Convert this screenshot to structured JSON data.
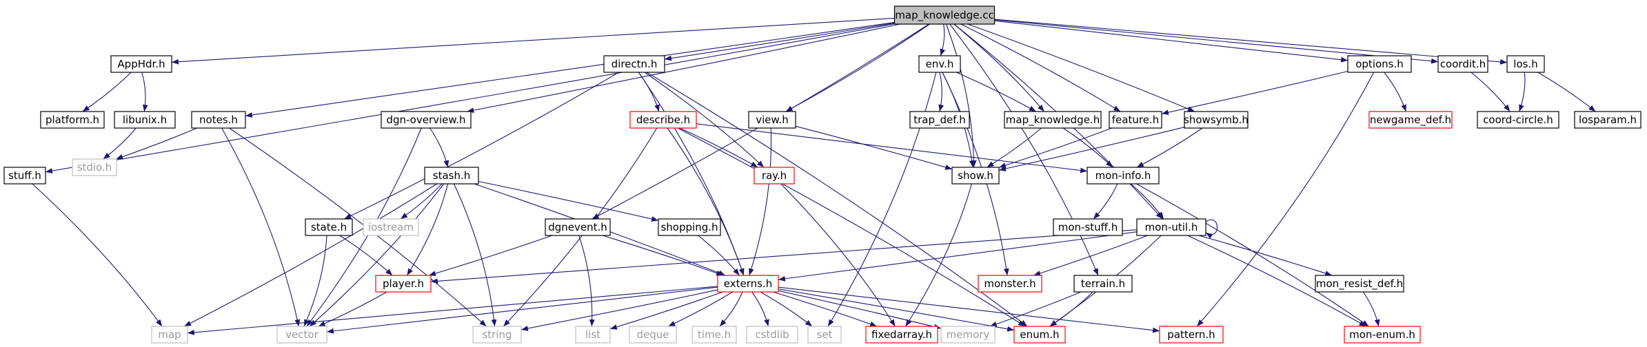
{
  "colors": {
    "edge": "#191970",
    "text_normal": "#000000",
    "text_system": "#9a9a9a",
    "border_normal": "#000000",
    "border_system": "#bfbfbf",
    "border_truncated": "#ff0000",
    "root_fill": "#bfbfbf"
  },
  "nodes": [
    {
      "id": "root",
      "label": "map_knowledge.cc",
      "kind": "root"
    },
    {
      "id": "apphdr",
      "label": "AppHdr.h",
      "kind": "normal"
    },
    {
      "id": "stuff",
      "label": "stuff.h",
      "kind": "normal"
    },
    {
      "id": "platform",
      "label": "platform.h",
      "kind": "normal"
    },
    {
      "id": "libunix",
      "label": "libunix.h",
      "kind": "normal"
    },
    {
      "id": "notes",
      "label": "notes.h",
      "kind": "normal"
    },
    {
      "id": "stdio",
      "label": "stdio.h",
      "kind": "system"
    },
    {
      "id": "dgnoverview",
      "label": "dgn-overview.h",
      "kind": "normal"
    },
    {
      "id": "stash",
      "label": "stash.h",
      "kind": "normal"
    },
    {
      "id": "directn",
      "label": "directn.h",
      "kind": "normal"
    },
    {
      "id": "describe",
      "label": "describe.h",
      "kind": "truncated"
    },
    {
      "id": "ray",
      "label": "ray.h",
      "kind": "truncated"
    },
    {
      "id": "iostream",
      "label": "iostream",
      "kind": "system"
    },
    {
      "id": "state",
      "label": "state.h",
      "kind": "normal"
    },
    {
      "id": "player",
      "label": "player.h",
      "kind": "truncated"
    },
    {
      "id": "dgnevent",
      "label": "dgnevent.h",
      "kind": "normal"
    },
    {
      "id": "shopping",
      "label": "shopping.h",
      "kind": "normal"
    },
    {
      "id": "externs",
      "label": "externs.h",
      "kind": "truncated"
    },
    {
      "id": "view",
      "label": "view.h",
      "kind": "normal"
    },
    {
      "id": "env",
      "label": "env.h",
      "kind": "normal"
    },
    {
      "id": "trapdef",
      "label": "trap_def.h",
      "kind": "normal"
    },
    {
      "id": "mapknowledge",
      "label": "map_knowledge.h",
      "kind": "normal"
    },
    {
      "id": "feature",
      "label": "feature.h",
      "kind": "normal"
    },
    {
      "id": "showsymb",
      "label": "showsymb.h",
      "kind": "normal"
    },
    {
      "id": "show",
      "label": "show.h",
      "kind": "normal"
    },
    {
      "id": "moninfo",
      "label": "mon-info.h",
      "kind": "normal"
    },
    {
      "id": "monstuff",
      "label": "mon-stuff.h",
      "kind": "normal"
    },
    {
      "id": "monutil",
      "label": "mon-util.h",
      "kind": "normal"
    },
    {
      "id": "monster",
      "label": "monster.h",
      "kind": "truncated"
    },
    {
      "id": "terrain",
      "label": "terrain.h",
      "kind": "normal"
    },
    {
      "id": "monresist",
      "label": "mon_resist_def.h",
      "kind": "normal"
    },
    {
      "id": "monenum",
      "label": "mon-enum.h",
      "kind": "truncated"
    },
    {
      "id": "options",
      "label": "options.h",
      "kind": "normal"
    },
    {
      "id": "newgamedef",
      "label": "newgame_def.h",
      "kind": "truncated"
    },
    {
      "id": "coordit",
      "label": "coordit.h",
      "kind": "normal"
    },
    {
      "id": "coordcircle",
      "label": "coord-circle.h",
      "kind": "normal"
    },
    {
      "id": "los",
      "label": "los.h",
      "kind": "normal"
    },
    {
      "id": "losparam",
      "label": "losparam.h",
      "kind": "normal"
    },
    {
      "id": "pattern",
      "label": "pattern.h",
      "kind": "truncated"
    },
    {
      "id": "map",
      "label": "map",
      "kind": "system"
    },
    {
      "id": "vector",
      "label": "vector",
      "kind": "system"
    },
    {
      "id": "string",
      "label": "string",
      "kind": "system"
    },
    {
      "id": "list",
      "label": "list",
      "kind": "system"
    },
    {
      "id": "deque",
      "label": "deque",
      "kind": "system"
    },
    {
      "id": "time",
      "label": "time.h",
      "kind": "system"
    },
    {
      "id": "cstdlib",
      "label": "cstdlib",
      "kind": "system"
    },
    {
      "id": "set",
      "label": "set",
      "kind": "system"
    },
    {
      "id": "fixedarray",
      "label": "fixedarray.h",
      "kind": "truncated"
    },
    {
      "id": "memory",
      "label": "memory",
      "kind": "system"
    },
    {
      "id": "enum",
      "label": "enum.h",
      "kind": "truncated"
    }
  ],
  "edges": [
    [
      "root",
      "apphdr"
    ],
    [
      "root",
      "stuff"
    ],
    [
      "root",
      "notes"
    ],
    [
      "root",
      "dgnoverview"
    ],
    [
      "root",
      "directn"
    ],
    [
      "root",
      "dgnevent"
    ],
    [
      "root",
      "view"
    ],
    [
      "root",
      "env"
    ],
    [
      "root",
      "mapknowledge"
    ],
    [
      "root",
      "feature"
    ],
    [
      "root",
      "showsymb"
    ],
    [
      "root",
      "show"
    ],
    [
      "root",
      "monutil"
    ],
    [
      "root",
      "terrain"
    ],
    [
      "root",
      "options"
    ],
    [
      "root",
      "coordit"
    ],
    [
      "root",
      "los"
    ],
    [
      "apphdr",
      "platform"
    ],
    [
      "apphdr",
      "libunix"
    ],
    [
      "libunix",
      "stdio"
    ],
    [
      "notes",
      "stdio"
    ],
    [
      "notes",
      "vector"
    ],
    [
      "notes",
      "string"
    ],
    [
      "stuff",
      "map"
    ],
    [
      "dgnoverview",
      "stash"
    ],
    [
      "dgnoverview",
      "vector"
    ],
    [
      "stash",
      "iostream"
    ],
    [
      "stash",
      "shopping"
    ],
    [
      "stash",
      "externs"
    ],
    [
      "stash",
      "player"
    ],
    [
      "stash",
      "map"
    ],
    [
      "stash",
      "vector"
    ],
    [
      "stash",
      "string"
    ],
    [
      "directn",
      "describe"
    ],
    [
      "directn",
      "ray"
    ],
    [
      "directn",
      "state"
    ],
    [
      "directn",
      "externs"
    ],
    [
      "directn",
      "enum"
    ],
    [
      "describe",
      "ray"
    ],
    [
      "describe",
      "externs"
    ],
    [
      "describe",
      "string"
    ],
    [
      "describe",
      "enum"
    ],
    [
      "describe",
      "moninfo"
    ],
    [
      "ray",
      "fixedarray"
    ],
    [
      "state",
      "player"
    ],
    [
      "state",
      "vector"
    ],
    [
      "player",
      "vector"
    ],
    [
      "dgnevent",
      "player"
    ],
    [
      "dgnevent",
      "externs"
    ],
    [
      "dgnevent",
      "list"
    ],
    [
      "shopping",
      "externs"
    ],
    [
      "view",
      "show"
    ],
    [
      "view",
      "externs"
    ],
    [
      "env",
      "trapdef"
    ],
    [
      "env",
      "mapknowledge"
    ],
    [
      "env",
      "show"
    ],
    [
      "env",
      "monster"
    ],
    [
      "env",
      "set"
    ],
    [
      "mapknowledge",
      "show"
    ],
    [
      "mapknowledge",
      "moninfo"
    ],
    [
      "feature",
      "show"
    ],
    [
      "showsymb",
      "show"
    ],
    [
      "showsymb",
      "moninfo"
    ],
    [
      "show",
      "fixedarray"
    ],
    [
      "moninfo",
      "monstuff"
    ],
    [
      "moninfo",
      "monutil"
    ],
    [
      "moninfo",
      "monenum"
    ],
    [
      "monutil",
      "monutil"
    ],
    [
      "monutil",
      "monster"
    ],
    [
      "monutil",
      "externs"
    ],
    [
      "monutil",
      "player"
    ],
    [
      "monutil",
      "enum"
    ],
    [
      "monutil",
      "monresist"
    ],
    [
      "monutil",
      "monenum"
    ],
    [
      "monresist",
      "monenum"
    ],
    [
      "terrain",
      "enum"
    ],
    [
      "terrain",
      "memory"
    ],
    [
      "options",
      "feature"
    ],
    [
      "options",
      "newgamedef"
    ],
    [
      "options",
      "pattern"
    ],
    [
      "coordit",
      "coordcircle"
    ],
    [
      "los",
      "coordcircle"
    ],
    [
      "los",
      "losparam"
    ],
    [
      "externs",
      "map"
    ],
    [
      "externs",
      "vector"
    ],
    [
      "externs",
      "string"
    ],
    [
      "externs",
      "list"
    ],
    [
      "externs",
      "deque"
    ],
    [
      "externs",
      "time"
    ],
    [
      "externs",
      "cstdlib"
    ],
    [
      "externs",
      "set"
    ],
    [
      "externs",
      "fixedarray"
    ],
    [
      "externs",
      "memory"
    ],
    [
      "externs",
      "enum"
    ],
    [
      "externs",
      "pattern"
    ]
  ]
}
